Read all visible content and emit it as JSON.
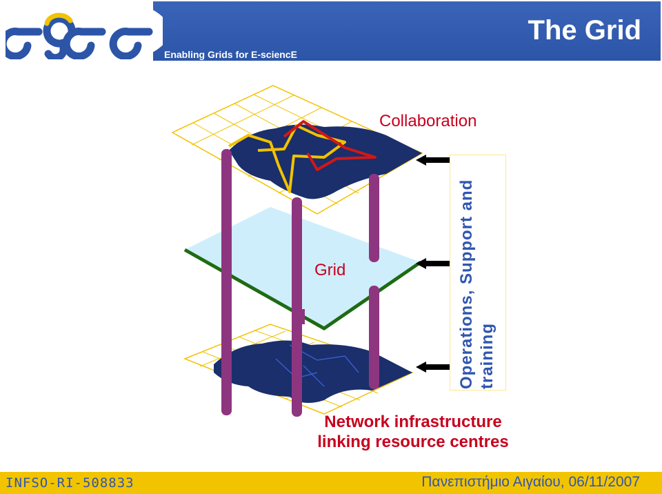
{
  "header": {
    "logo_text": "egee",
    "subtitle": "Enabling Grids for E-sciencE",
    "title": "The Grid"
  },
  "diagram": {
    "collaboration_label": "Collaboration",
    "grid_label": "Grid",
    "network_label_line1": "Network infrastructure",
    "network_label_line2": "linking resource centres",
    "side_label_line1": "Operations, Support and",
    "side_label_line2": "training"
  },
  "colors": {
    "header_blue": "#2c55a8",
    "footer_yellow": "#f2c400",
    "label_red": "#c8001e",
    "side_text_blue": "#3056b0",
    "pillar_purple": "#8e3580",
    "map_navy": "#1a2f6b",
    "grid_yellow": "#f2c200",
    "grid_layer_fill": "#cfeefc",
    "grid_layer_edge": "#1e6b14"
  },
  "footer": {
    "left": "INFSO-RI-508833",
    "right": "Πανεπιστήμιο Αιγαίου, 06/11/2007"
  }
}
